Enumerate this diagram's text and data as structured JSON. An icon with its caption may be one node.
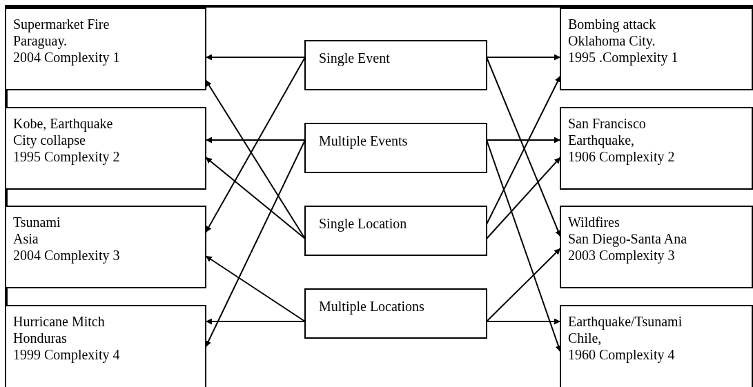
{
  "diagram": {
    "nodes": [
      {
        "text": [
          "Supermarket Fire",
          "Paraguay.",
          "2004 Complexity 1"
        ]
      },
      {
        "text": [
          "Kobe, Earthquake",
          "City collapse",
          "1995 Complexity 2"
        ]
      },
      {
        "text": [
          "Tsunami",
          "Asia",
          "2004 Complexity 3"
        ]
      },
      {
        "text": [
          "Hurricane Mitch",
          "Honduras",
          "1999 Complexity 4"
        ]
      },
      {
        "text": [
          "Single Event"
        ]
      },
      {
        "text": [
          "Multiple Events"
        ]
      },
      {
        "text": [
          "Single Location"
        ]
      },
      {
        "text": [
          "Multiple Locations"
        ]
      },
      {
        "text": [
          "Bombing attack",
          "Oklahoma City.",
          "1995 .Complexity 1"
        ]
      },
      {
        "text": [
          "San Francisco",
          "Earthquake,",
          "1906 Complexity 2"
        ]
      },
      {
        "text": [
          "Wildfires",
          "San Diego-Santa Ana",
          "2003 Complexity 3"
        ]
      },
      {
        "text": [
          "Earthquake/Tsunami",
          "Chile,",
          "1960 Complexity 4"
        ]
      }
    ],
    "edges": [
      {
        "from": 4,
        "to": 0,
        "arrow": "to"
      },
      {
        "from": 4,
        "to": 2,
        "arrow": "to"
      },
      {
        "from": 5,
        "to": 1,
        "arrow": "to"
      },
      {
        "from": 5,
        "to": 3,
        "arrow": "to"
      },
      {
        "from": 6,
        "to": 0,
        "arrow": "to"
      },
      {
        "from": 6,
        "to": 1,
        "arrow": "to"
      },
      {
        "from": 7,
        "to": 2,
        "arrow": "to"
      },
      {
        "from": 7,
        "to": 3,
        "arrow": "to"
      },
      {
        "from": 4,
        "to": 8,
        "arrow": "to"
      },
      {
        "from": 4,
        "to": 10,
        "arrow": "to"
      },
      {
        "from": 5,
        "to": 9,
        "arrow": "to"
      },
      {
        "from": 5,
        "to": 11,
        "arrow": "to"
      },
      {
        "from": 6,
        "to": 8,
        "arrow": "to"
      },
      {
        "from": 6,
        "to": 9,
        "arrow": "to"
      },
      {
        "from": 7,
        "to": 10,
        "arrow": "to"
      },
      {
        "from": 7,
        "to": 11,
        "arrow": "to"
      }
    ]
  }
}
